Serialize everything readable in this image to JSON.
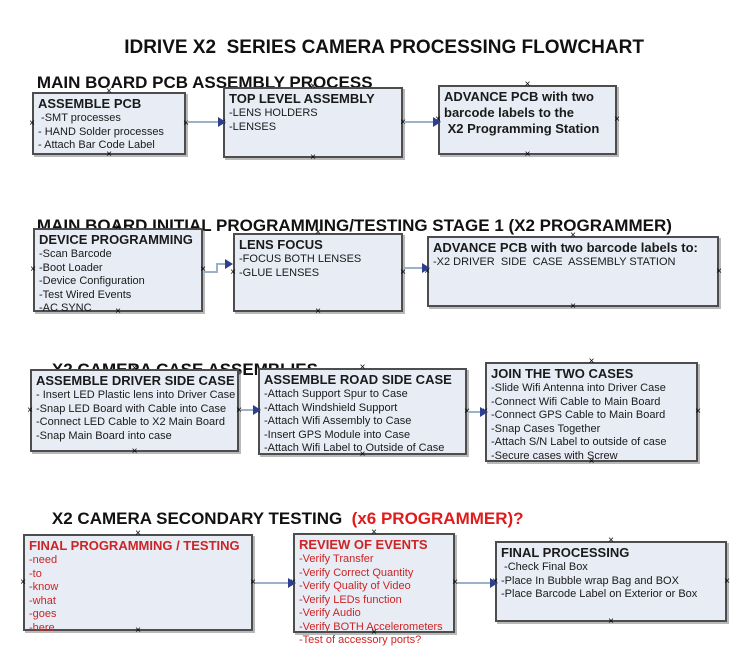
{
  "title": "IDRIVE X2  SERIES CAMERA PROCESSING FLOWCHART",
  "glyphs": {
    "handle": "×",
    "arrow": "right-arrow"
  },
  "colors": {
    "box_fill": "#e7ecf5",
    "box_border": "#4d4d4d",
    "arrow_line": "#9cb1c8",
    "arrow_head": "#2f3f8f",
    "red_text": "#cc2525",
    "heading_red": "#e01b1b",
    "text": "#1a1a1a"
  },
  "sections": [
    {
      "heading": "MAIN BOARD PCB ASSEMBLY PROCESS",
      "heading_red": "",
      "boxes": [
        {
          "title": "ASSEMBLE PCB",
          "items": [
            " -SMT processes",
            "- HAND Solder processes",
            "- Attach Bar Code Label"
          ]
        },
        {
          "title": "TOP LEVEL ASSEMBLY",
          "items": [
            "-LENS HOLDERS",
            "-LENSES"
          ]
        },
        {
          "title": "ADVANCE PCB with two\nbarcode labels to the\n X2 Programming Station",
          "items": []
        }
      ]
    },
    {
      "heading": "MAIN BOARD INITIAL PROGRAMMING/TESTING STAGE 1 (X2 PROGRAMMER)",
      "heading_red": "",
      "boxes": [
        {
          "title": "DEVICE PROGRAMMING",
          "items": [
            "-Scan Barcode",
            "-Boot Loader",
            "-Device Configuration",
            "-Test Wired Events",
            "-AC SYNC"
          ]
        },
        {
          "title": "LENS FOCUS",
          "items": [
            "-FOCUS BOTH LENSES",
            "-GLUE LENSES"
          ]
        },
        {
          "title": "ADVANCE PCB with two barcode labels to:",
          "items": [
            "-X2 DRIVER  SIDE  CASE  ASSEMBLY STATION"
          ]
        }
      ]
    },
    {
      "heading": "X2 CAMERA CASE ASSEMBLIES",
      "heading_red": "",
      "boxes": [
        {
          "title": "ASSEMBLE DRIVER SIDE CASE",
          "items": [
            "- Insert LED Plastic lens into Driver Case",
            "-Snap LED Board with Cable into Case",
            "-Connect LED Cable to X2 Main Board",
            "-Snap Main Board into case"
          ]
        },
        {
          "title": "ASSEMBLE ROAD SIDE CASE",
          "items": [
            "-Attach Support Spur to Case",
            "-Attach Windshield Support",
            "-Attach Wifi Assembly to Case",
            "-Insert GPS Module into Case",
            "-Attach Wifi Label to Outside of Case"
          ]
        },
        {
          "title": "JOIN THE TWO CASES",
          "items": [
            "-Slide Wifi Antenna into Driver Case",
            "-Connect Wifi Cable to Main Board",
            "-Connect GPS Cable to Main Board",
            "-Snap Cases Together",
            "-Attach S/N Label to outside of case",
            "-Secure cases with Screw"
          ]
        }
      ]
    },
    {
      "heading": "X2 CAMERA SECONDARY TESTING  ",
      "heading_red": "(x6 PROGRAMMER)?",
      "boxes": [
        {
          "title": "FINAL PROGRAMMING / TESTING",
          "items": [
            "-need",
            "-to",
            "-know",
            "-what",
            "-goes",
            "-here"
          ]
        },
        {
          "title": "REVIEW OF EVENTS",
          "items": [
            "-Verify Transfer",
            "-Verify Correct Quantity",
            "-Verify Quality of Video",
            "-Verify LEDs function",
            "-Verify Audio",
            "-Verify BOTH Accelerometers",
            "-Test of accessory ports?"
          ]
        },
        {
          "title": "FINAL PROCESSING",
          "items": [
            " -Check Final Box",
            "-Place In Bubble wrap Bag and BOX",
            "-Place Barcode Label on Exterior or Box"
          ]
        }
      ]
    }
  ]
}
